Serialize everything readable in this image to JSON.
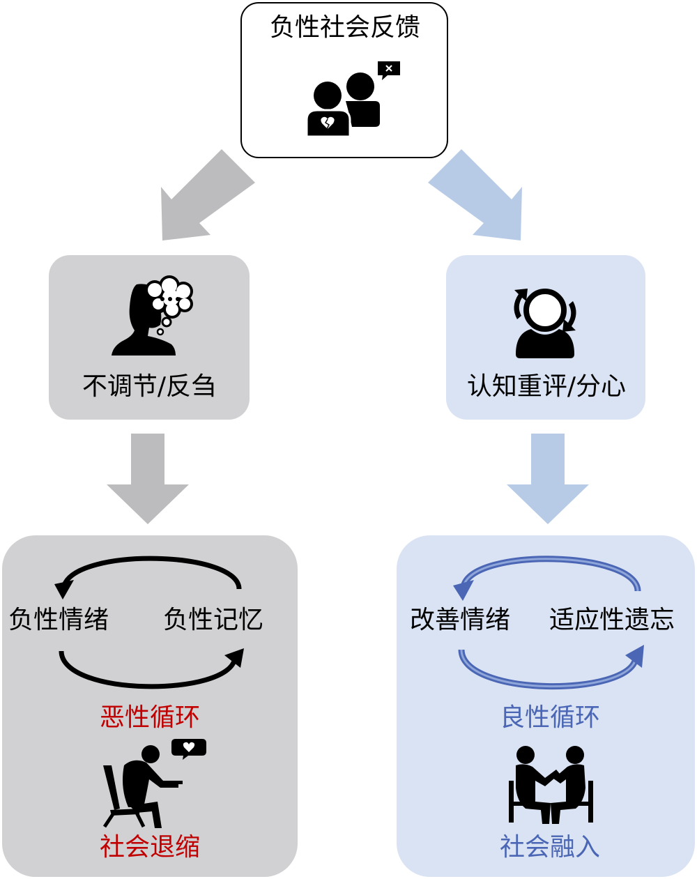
{
  "top": {
    "label": "负性社会反馈"
  },
  "left_branch": {
    "strategy": "不调节/反刍",
    "cycle_left": "负性情绪",
    "cycle_right": "负性记忆",
    "cycle_name": "恶性循环",
    "outcome": "社会退缩"
  },
  "right_branch": {
    "strategy": "认知重评/分心",
    "cycle_left": "改善情绪",
    "cycle_right": "适应性遗忘",
    "cycle_name": "良性循环",
    "outcome": "社会融入"
  },
  "colors": {
    "gray_box": "#d1d0d2",
    "blue_box": "#dae3f3",
    "gray_arrow": "#bcbcbe",
    "blue_arrow": "#b8cbe6",
    "red_text": "#c00000",
    "blue_text": "#4a66b4",
    "cycle_arrow_blue": "#4a66b4"
  },
  "icons": {
    "top": "rejected-people-broken-heart-icon",
    "left_mid": "rumination-thought-cloud-icon",
    "right_mid": "reappraisal-rotating-head-icon",
    "left_bot": "withdrawn-person-on-chair-icon",
    "right_bot": "two-people-talking-icon"
  }
}
